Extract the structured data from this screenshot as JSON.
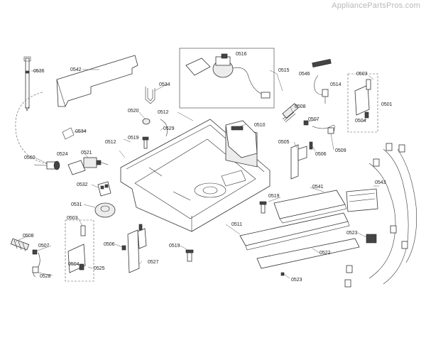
{
  "watermark": "AppliancePartsPros.com",
  "callouts": {
    "c0536": "0536",
    "c0542": "0542",
    "c0534a": "0534",
    "c0516": "0516",
    "c0515": "0515",
    "c0546": "0546",
    "c0503a": "0503",
    "c0501": "0501",
    "c0514": "0514",
    "c0520": "0520",
    "c0512a": "0512",
    "c0508a": "0508",
    "c0507a": "0507",
    "c0529": "0529",
    "c0510": "0510",
    "c0504a": "0504",
    "c0534b": "0534",
    "c0519a": "0519",
    "c0512b": "0512",
    "c0505": "0505",
    "c0506a": "0506",
    "c0509": "0509",
    "c0560": "0560",
    "c0524": "0524",
    "c0521": "0521",
    "c0532": "0532",
    "c0541": "0541",
    "c0543": "0543",
    "c0519b": "0519",
    "c0531": "0531",
    "c0503b": "0503",
    "c0511": "0511",
    "c0523a": "0523",
    "c0508b": "0508",
    "c0506b": "0506",
    "c0527": "0527",
    "c0519c": "0519",
    "c0522": "0522",
    "c0507b": "0507",
    "c0504b": "0504",
    "c0525": "0525",
    "c0528": "0528",
    "c0523b": "0523"
  }
}
